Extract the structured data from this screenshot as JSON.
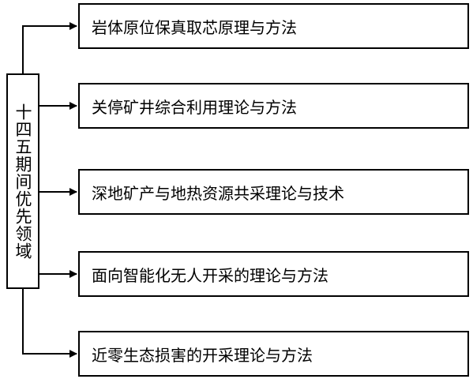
{
  "root": {
    "label": "十四五期间优先领域"
  },
  "children": [
    {
      "label": "岩体原位保真取芯原理与方法"
    },
    {
      "label": "关停矿井综合利用理论与方法"
    },
    {
      "label": "深地矿产与地热资源共采理论与技术"
    },
    {
      "label": "面向智能化无人开采的理论与方法"
    },
    {
      "label": "近零生态损害的开采理论与方法"
    }
  ],
  "colors": {
    "line": "#000000",
    "background": "#ffffff"
  }
}
